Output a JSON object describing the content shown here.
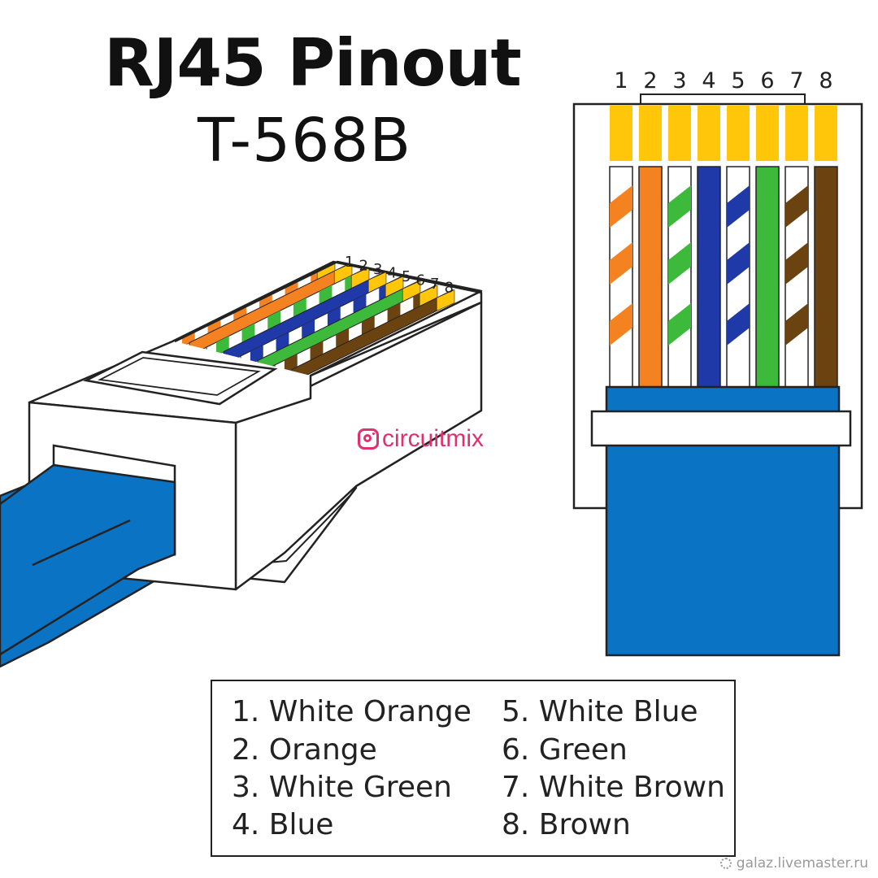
{
  "title": "RJ45 Pinout",
  "subtitle": "T-568B",
  "watermark_brand": "circuitmix",
  "site_watermark": "galaz.livemaster.ru",
  "pin_numbers": [
    "1",
    "2",
    "3",
    "4",
    "5",
    "6",
    "7",
    "8"
  ],
  "wires": [
    {
      "pin": "1",
      "label": "1. White Orange",
      "color": "#f58220",
      "striped": true
    },
    {
      "pin": "2",
      "label": "2. Orange",
      "color": "#f58220",
      "striped": false
    },
    {
      "pin": "3",
      "label": "3. White Green",
      "color": "#3dba3c",
      "striped": true
    },
    {
      "pin": "4",
      "label": "4. Blue",
      "color": "#1f3aa8",
      "striped": false
    },
    {
      "pin": "5",
      "label": "5. White Blue",
      "color": "#1f3aa8",
      "striped": true
    },
    {
      "pin": "6",
      "label": "6. Green",
      "color": "#3dba3c",
      "striped": false
    },
    {
      "pin": "7",
      "label": "7. White Brown",
      "color": "#6b4310",
      "striped": true
    },
    {
      "pin": "8",
      "label": "8. Brown",
      "color": "#6b4310",
      "striped": false
    }
  ],
  "colors": {
    "contact": "#ffc60a",
    "cable": "#0a73c4",
    "outline": "#222222",
    "brand": "#e1306c"
  }
}
